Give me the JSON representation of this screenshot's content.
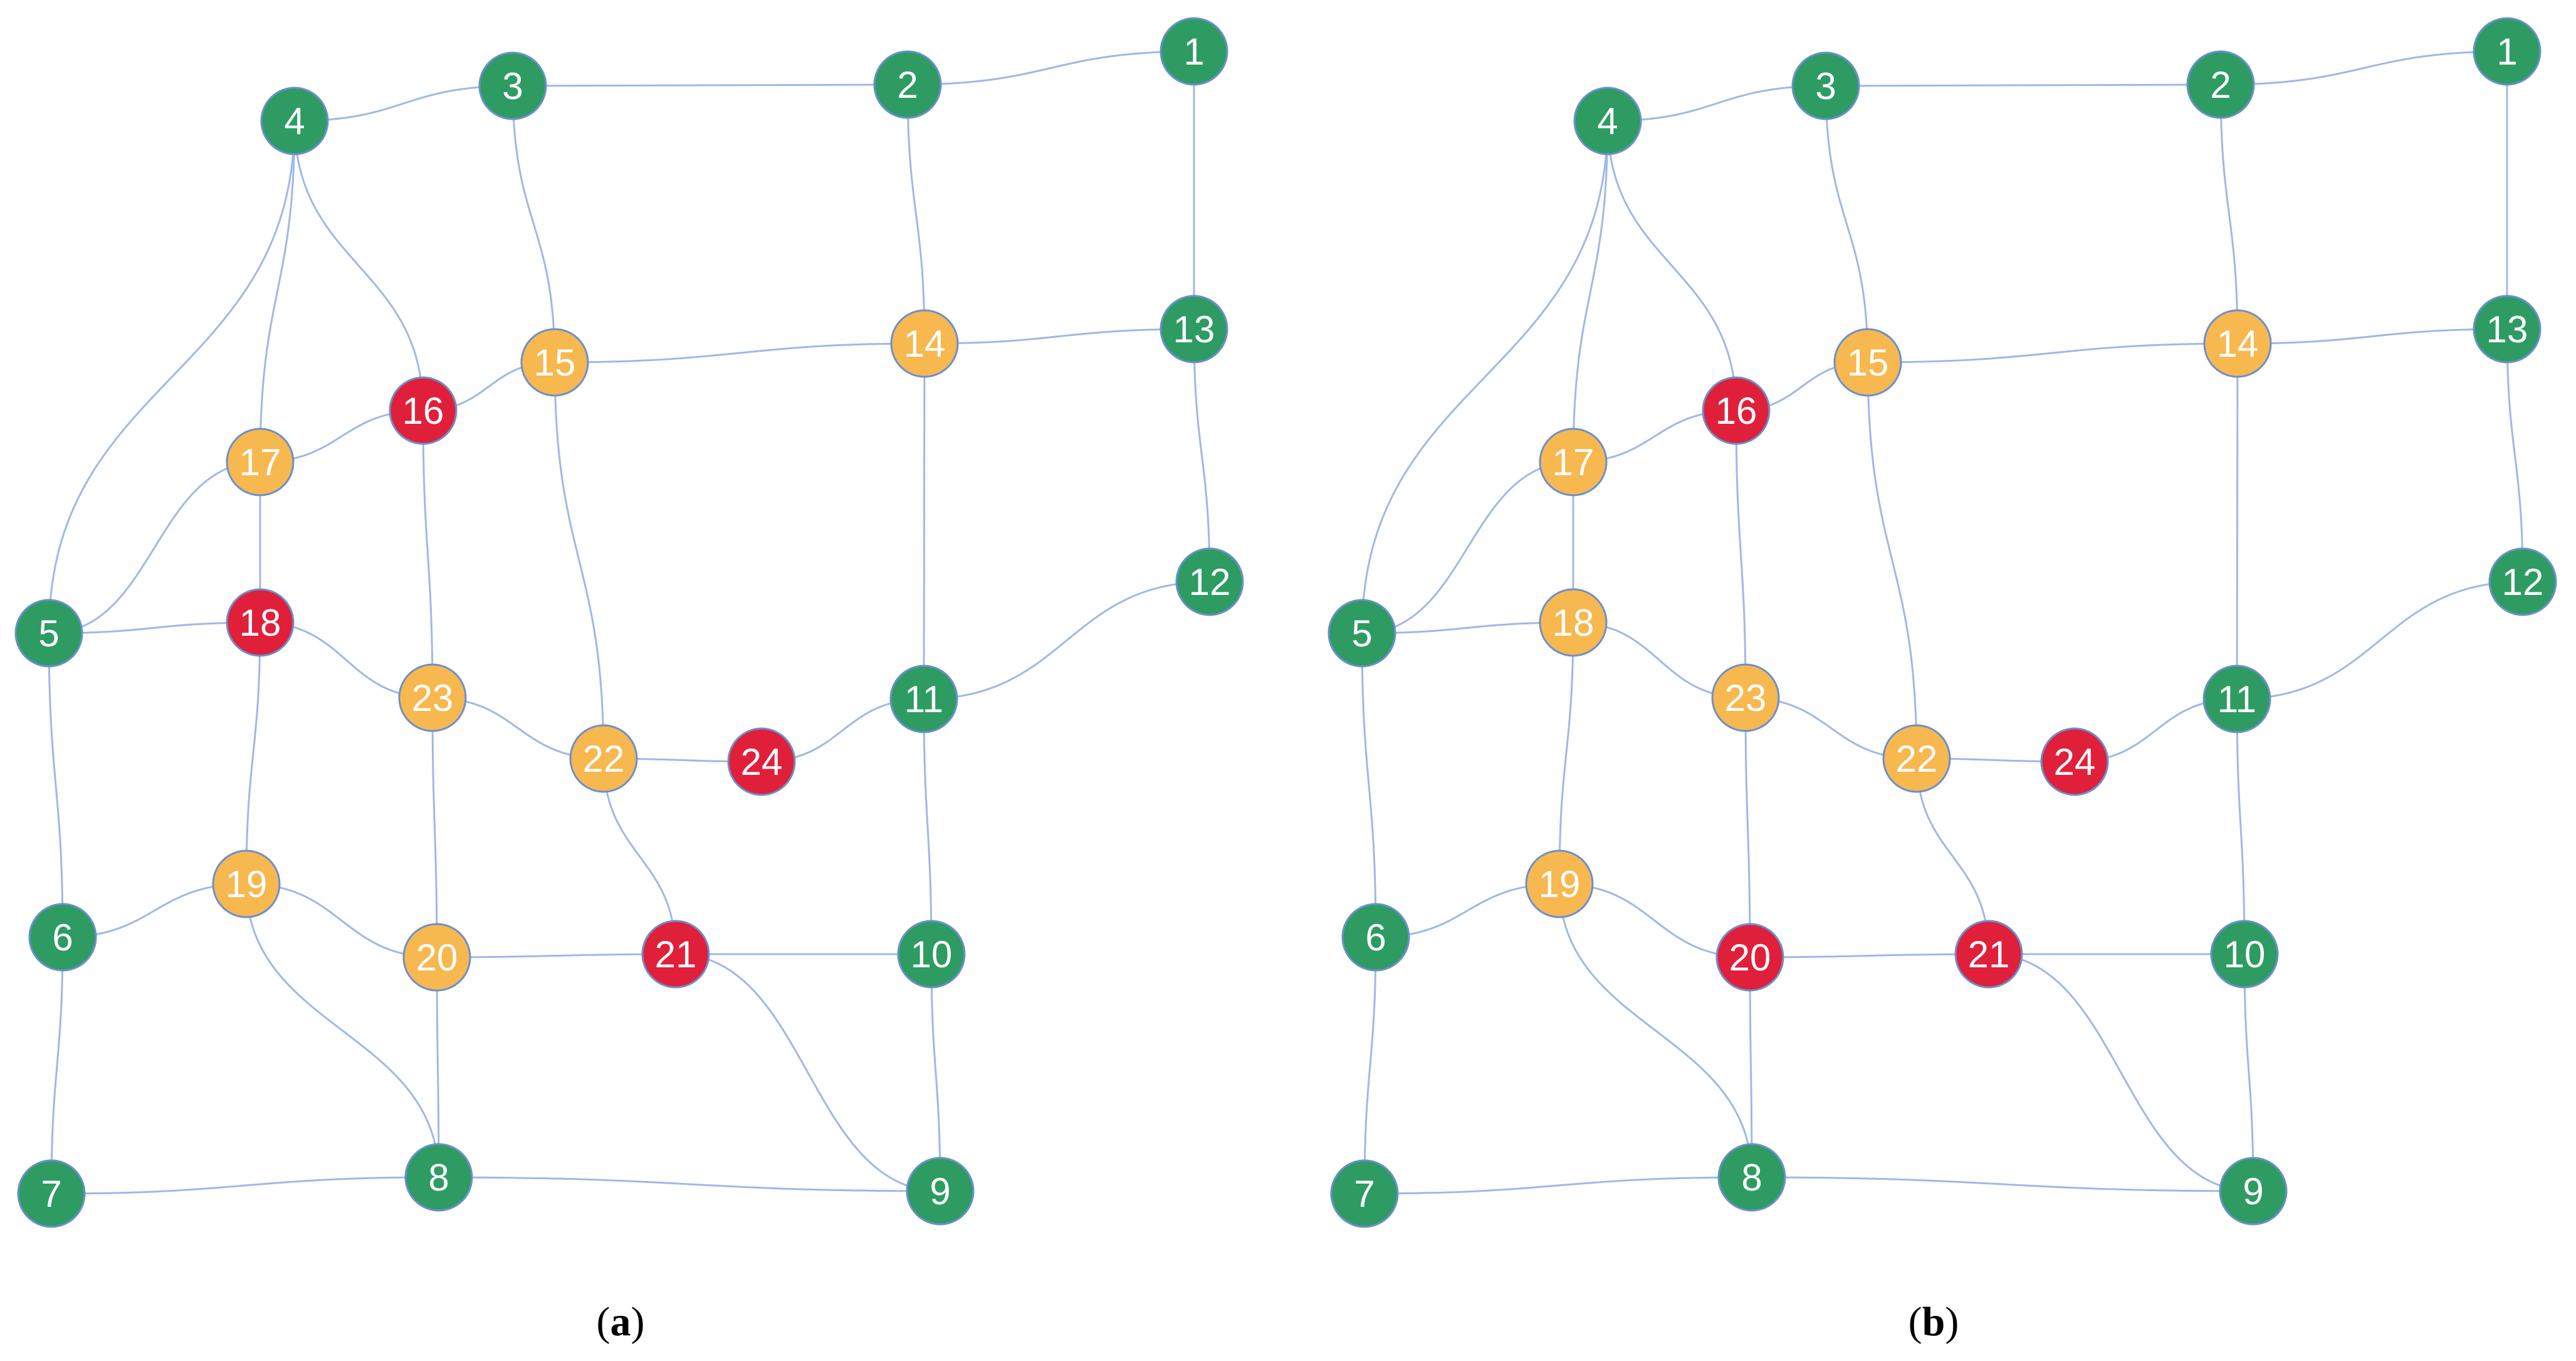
{
  "colors": {
    "background": "#ffffff",
    "edge": "#9fb9e6",
    "node_stroke": "#6b8fcf",
    "label": "#ffffff",
    "status": {
      "green": "#2e9c62",
      "orange": "#f7b84f",
      "red": "#e0203a"
    }
  },
  "node_labels": [
    "1",
    "2",
    "3",
    "4",
    "5",
    "6",
    "7",
    "8",
    "9",
    "10",
    "11",
    "12",
    "13",
    "14",
    "15",
    "16",
    "17",
    "18",
    "19",
    "20",
    "21",
    "22",
    "23",
    "24"
  ],
  "edges": [
    [
      1,
      2
    ],
    [
      2,
      3
    ],
    [
      3,
      4
    ],
    [
      1,
      13
    ],
    [
      13,
      12
    ],
    [
      12,
      11
    ],
    [
      13,
      14
    ],
    [
      2,
      14
    ],
    [
      14,
      11
    ],
    [
      14,
      15
    ],
    [
      3,
      15
    ],
    [
      15,
      16
    ],
    [
      16,
      17
    ],
    [
      4,
      17
    ],
    [
      4,
      16
    ],
    [
      4,
      5
    ],
    [
      5,
      17
    ],
    [
      5,
      18
    ],
    [
      17,
      18
    ],
    [
      18,
      23
    ],
    [
      16,
      23
    ],
    [
      15,
      22
    ],
    [
      23,
      22
    ],
    [
      22,
      24
    ],
    [
      24,
      11
    ],
    [
      11,
      10
    ],
    [
      22,
      21
    ],
    [
      5,
      6
    ],
    [
      6,
      19
    ],
    [
      19,
      20
    ],
    [
      18,
      19
    ],
    [
      23,
      20
    ],
    [
      20,
      21
    ],
    [
      21,
      10
    ],
    [
      6,
      7
    ],
    [
      7,
      8
    ],
    [
      19,
      8
    ],
    [
      20,
      8
    ],
    [
      8,
      9
    ],
    [
      21,
      9
    ],
    [
      10,
      9
    ]
  ],
  "panels": [
    {
      "caption_open": "(",
      "caption_letter": "a",
      "caption_close": ")",
      "node_status": {
        "1": "green",
        "2": "green",
        "3": "green",
        "4": "green",
        "5": "green",
        "6": "green",
        "7": "green",
        "8": "green",
        "9": "green",
        "10": "green",
        "11": "green",
        "12": "green",
        "13": "green",
        "14": "orange",
        "15": "orange",
        "16": "red",
        "17": "orange",
        "18": "red",
        "19": "orange",
        "20": "orange",
        "21": "red",
        "22": "orange",
        "23": "orange",
        "24": "red"
      }
    },
    {
      "caption_open": "(",
      "caption_letter": "b",
      "caption_close": ")",
      "node_status": {
        "1": "green",
        "2": "green",
        "3": "green",
        "4": "green",
        "5": "green",
        "6": "green",
        "7": "green",
        "8": "green",
        "9": "green",
        "10": "green",
        "11": "green",
        "12": "green",
        "13": "green",
        "14": "orange",
        "15": "orange",
        "16": "red",
        "17": "orange",
        "18": "orange",
        "19": "orange",
        "20": "red",
        "21": "red",
        "22": "orange",
        "23": "orange",
        "24": "red"
      }
    }
  ]
}
